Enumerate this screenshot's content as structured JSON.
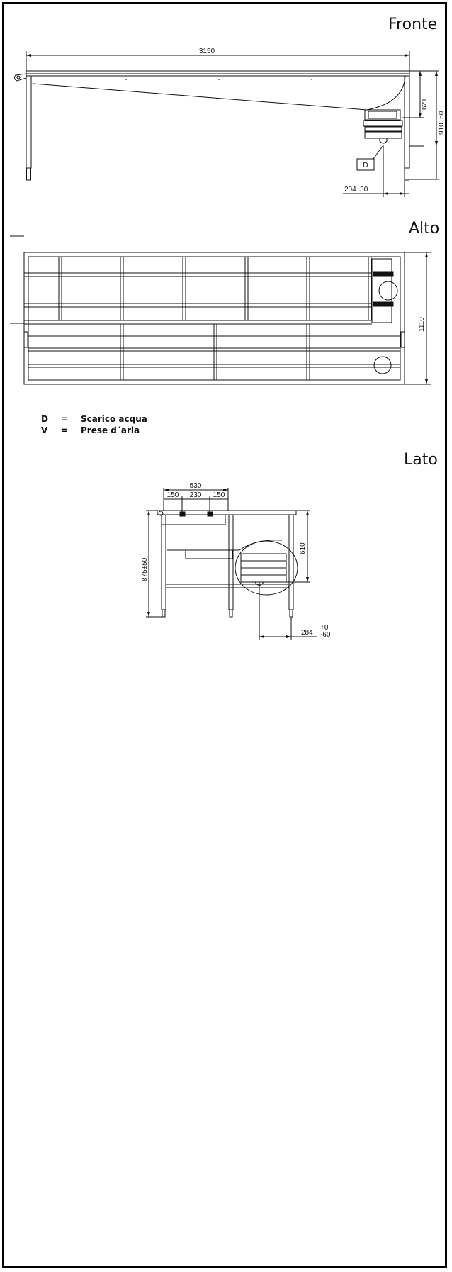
{
  "views": {
    "front": "Fronte",
    "top": "Alto",
    "side": "Lato"
  },
  "front_dims": {
    "length": "3150",
    "height_tank": "621",
    "height_total": "910±50",
    "drain_offset": "204±30",
    "drain_label": "D"
  },
  "top_dims": {
    "depth": "1110"
  },
  "side_dims": {
    "width": "530",
    "seg_a": "150",
    "seg_b": "230",
    "seg_c": "150",
    "height": "875±50",
    "tank": "610",
    "offset": "284",
    "offset_tol_plus": "+0",
    "offset_tol_minus": "-60"
  },
  "legend": [
    {
      "key": "D",
      "eq": "=",
      "desc": "Scarico acqua"
    },
    {
      "key": "V",
      "eq": "=",
      "desc": "Prese d´aria"
    }
  ]
}
